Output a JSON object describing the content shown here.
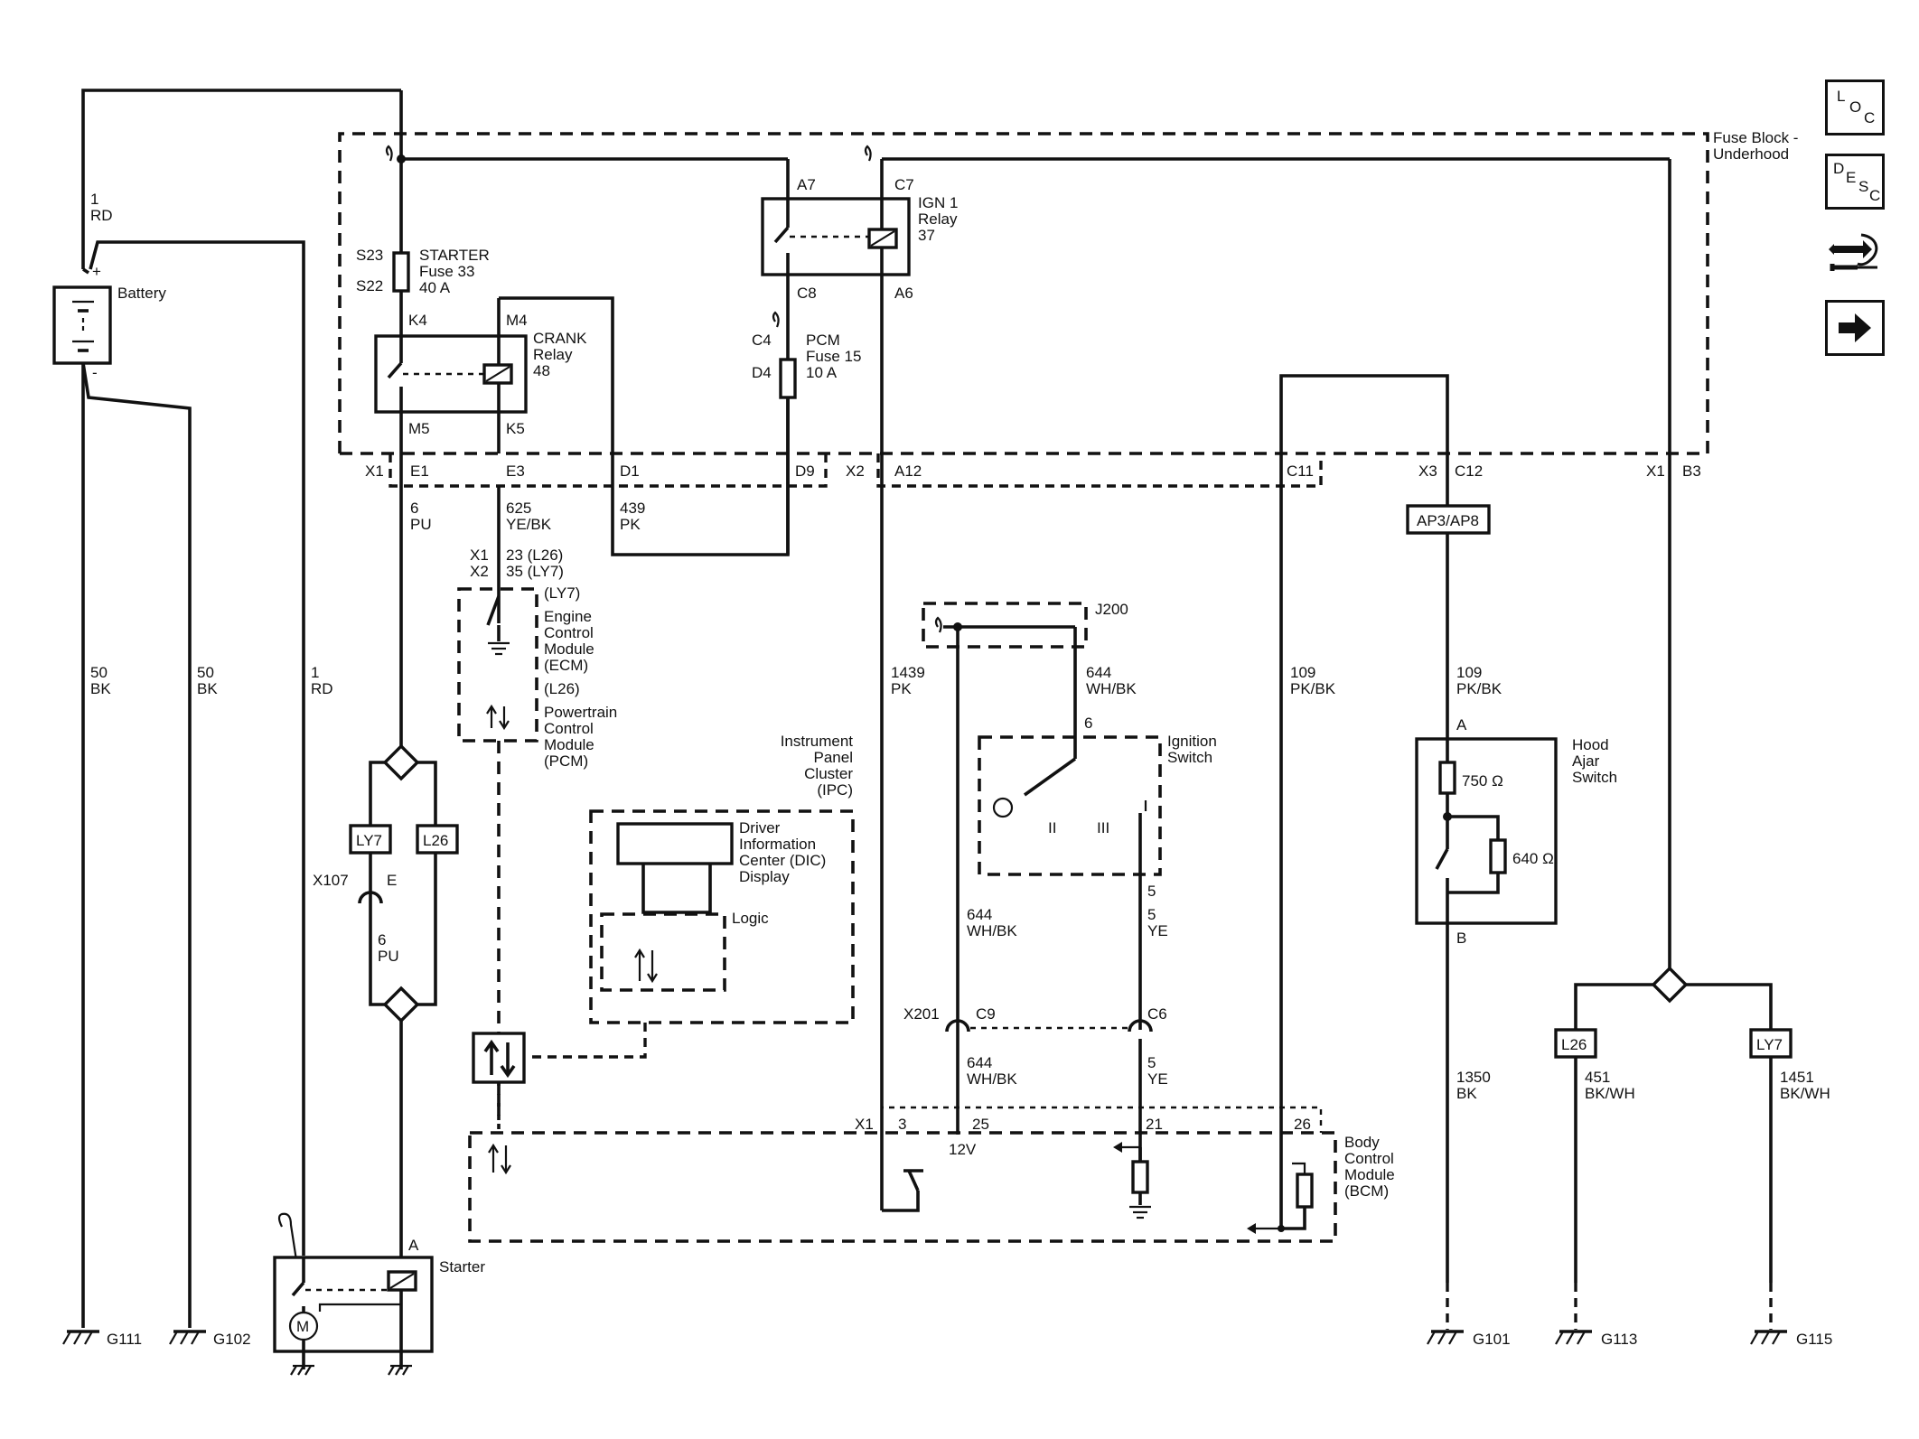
{
  "nav": {
    "loc": [
      "L",
      "O",
      "C"
    ],
    "desc": [
      "D",
      "E",
      "S",
      "C"
    ]
  },
  "fuse_block": {
    "title_1": "Fuse Block -",
    "title_2": "Underhood"
  },
  "battery": {
    "label": "Battery",
    "plus": "+",
    "minus": "-",
    "wire_circuit": "1",
    "wire_color": "RD"
  },
  "starter_fuse": {
    "top_pin": "S23",
    "bottom_pin": "S22",
    "line1": "STARTER",
    "line2": "Fuse 33",
    "line3": "40 A"
  },
  "crank_relay": {
    "pin_k4": "K4",
    "pin_m4": "M4",
    "pin_m5": "M5",
    "pin_k5": "K5",
    "line1": "CRANK",
    "line2": "Relay",
    "line3": "48"
  },
  "ign_relay": {
    "pin_a7": "A7",
    "pin_c7": "C7",
    "pin_c8": "C8",
    "pin_a6": "A6",
    "line1": "IGN 1",
    "line2": "Relay",
    "line3": "37"
  },
  "pcm_fuse": {
    "top_pin": "C4",
    "bottom_pin": "D4",
    "line1": "PCM",
    "line2": "Fuse 15",
    "line3": "10 A"
  },
  "connectors": {
    "x1a": "X1",
    "e1": "E1",
    "e3": "E3",
    "d1": "D1",
    "d9": "D9",
    "x2": "X2",
    "a12": "A12",
    "c11": "C11",
    "x3": "X3",
    "c12": "C12",
    "x1b": "X1",
    "b3": "B3",
    "ap": "AP3/AP8",
    "x107": "X107",
    "x107_pin": "E",
    "x201": "X201",
    "c9": "C9",
    "c6": "C6",
    "j200": "J200"
  },
  "wires": {
    "w6_pu": [
      "6",
      "PU"
    ],
    "w625": [
      "625",
      "YE/BK"
    ],
    "w439": [
      "439",
      "PK"
    ],
    "w50a": [
      "50",
      "BK"
    ],
    "w50b": [
      "50",
      "BK"
    ],
    "w1rd": [
      "1",
      "RD"
    ],
    "w1439": [
      "1439",
      "PK"
    ],
    "w644a": [
      "644",
      "WH/BK"
    ],
    "w644b": [
      "644",
      "WH/BK"
    ],
    "w644c": [
      "644",
      "WH/BK"
    ],
    "w5a": [
      "5",
      "YE"
    ],
    "w5b": [
      "5",
      "YE"
    ],
    "w109a": [
      "109",
      "PK/BK"
    ],
    "w109b": [
      "109",
      "PK/BK"
    ],
    "w6pu2": [
      "6",
      "PU"
    ],
    "w1350": [
      "1350",
      "BK"
    ],
    "w451": [
      "451",
      "BK/WH"
    ],
    "w1451": [
      "1451",
      "BK/WH"
    ]
  },
  "ecm": {
    "x1": "X1",
    "x2": "X2",
    "pin1": "23 (L26)",
    "pin2": "35 (LY7)",
    "ly7": "(LY7)",
    "ecm": [
      "Engine",
      "Control",
      "Module",
      "(ECM)"
    ],
    "l26": "(L26)",
    "pcm": [
      "Powertrain",
      "Control",
      "Module",
      "(PCM)"
    ]
  },
  "ipc": {
    "title": [
      "Instrument",
      "Panel",
      "Cluster",
      "(IPC)"
    ],
    "dic": [
      "Driver",
      "Information",
      "Center (DIC)",
      "Display"
    ],
    "logic": "Logic"
  },
  "ignition_switch": {
    "title": [
      "Ignition",
      "Switch"
    ],
    "pin6": "6",
    "pin5": "5",
    "pos2": "II",
    "pos3": "III"
  },
  "hood": {
    "title": [
      "Hood",
      "Ajar",
      "Switch"
    ],
    "pin_a": "A",
    "pin_b": "B",
    "r1": "750 Ω",
    "r2": "640 Ω"
  },
  "bcm": {
    "x1": "X1",
    "p3": "3",
    "p25": "25",
    "p21": "21",
    "p26": "26",
    "v12": "12V",
    "title": [
      "Body",
      "Control",
      "Module",
      "(BCM)"
    ]
  },
  "options": {
    "ly7a": "LY7",
    "l26a": "L26",
    "l26b": "L26",
    "ly7b": "LY7"
  },
  "starter": {
    "label": "Starter",
    "pin": "A",
    "motor": "M"
  },
  "grounds": [
    "G111",
    "G102",
    "G101",
    "G113",
    "G115"
  ]
}
